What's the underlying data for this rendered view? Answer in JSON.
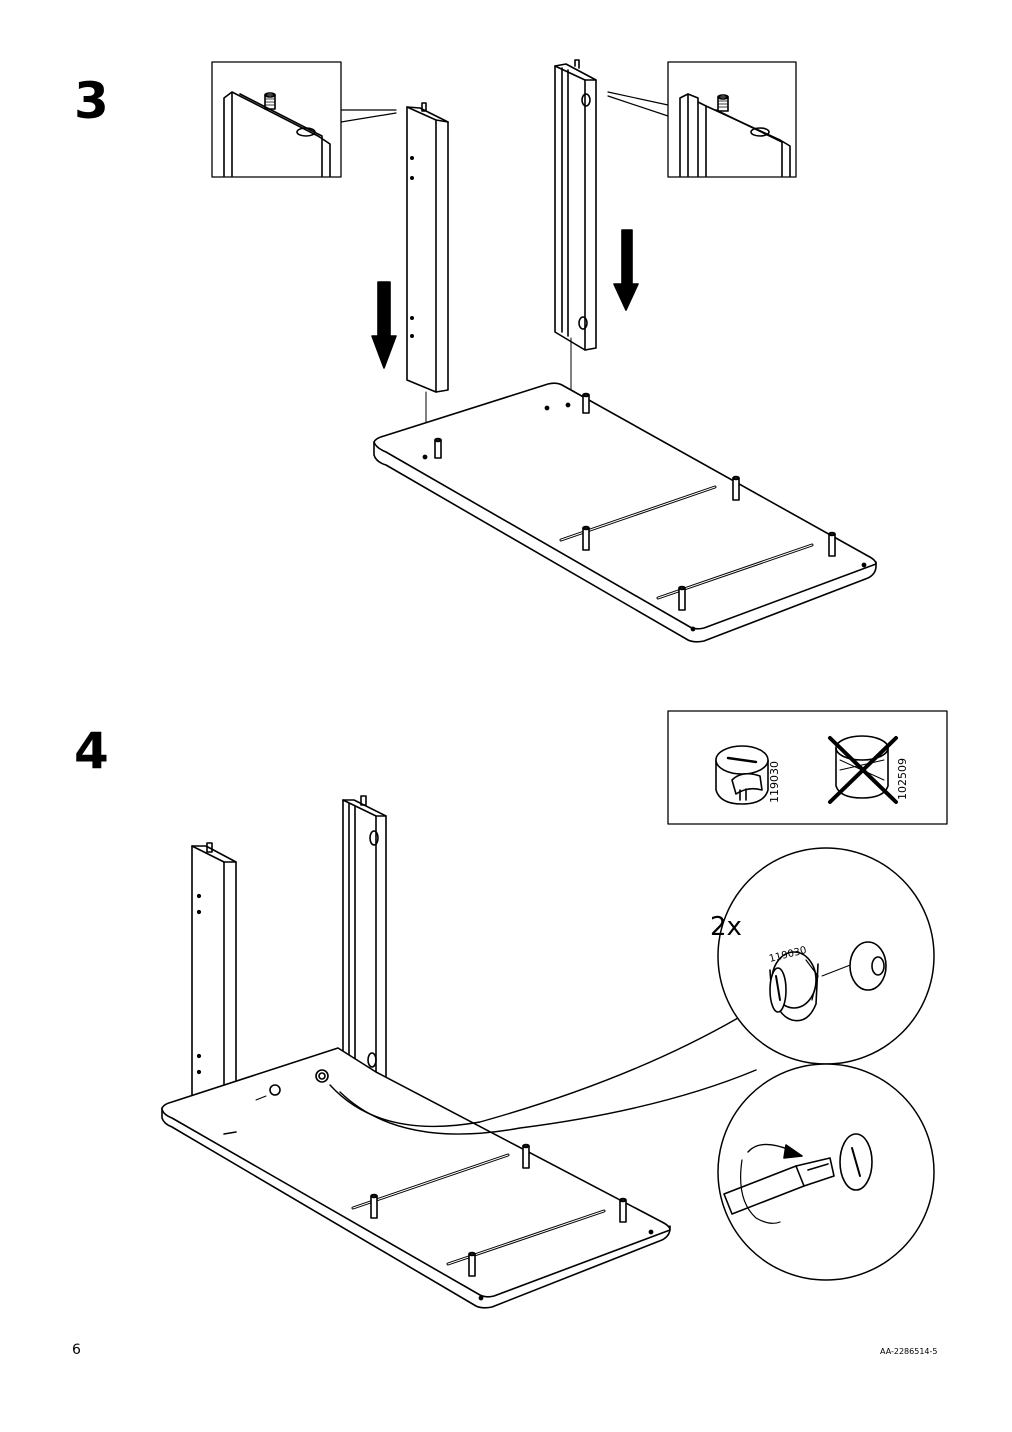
{
  "steps": [
    {
      "number": "3"
    },
    {
      "number": "4"
    }
  ],
  "parts_box": {
    "correct_part": "119030",
    "wrong_part": "102509"
  },
  "callout": {
    "quantity": "2x",
    "part_code": "119030"
  },
  "footer": {
    "page_number": "6",
    "doc_code": "AA-2286514-5"
  },
  "icons": [
    "arrow-down-icon",
    "cam-lock-icon",
    "wrong-mark-icon",
    "screwdriver-icon",
    "rotate-arrow-icon"
  ]
}
